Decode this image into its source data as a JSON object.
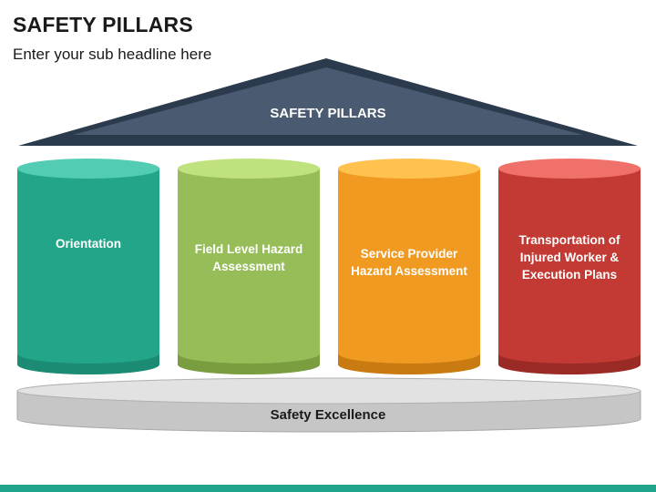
{
  "header": {
    "title": "SAFETY PILLARS",
    "subtitle": "Enter your sub headline here"
  },
  "roof": {
    "label": "SAFETY PILLARS",
    "color": "#3d4a5c"
  },
  "pillars": [
    {
      "label": "Orientation",
      "color": "#23a58a",
      "top_color": "#52cdb4",
      "bottom_color": "#1c8b74"
    },
    {
      "label": "Field Level Hazard Assessment",
      "color": "#97bd58",
      "top_color": "#bfe27f",
      "bottom_color": "#7a9d40"
    },
    {
      "label": "Service Provider Hazard Assessment",
      "color": "#f09a22",
      "top_color": "#ffc24f",
      "bottom_color": "#c97a10"
    },
    {
      "label": "Transportation of Injured Worker & Execution Plans",
      "color": "#c23a33",
      "top_color": "#f0716a",
      "bottom_color": "#9a2a25"
    }
  ],
  "base": {
    "label": "Safety Excellence",
    "color": "#c6c6c6"
  },
  "footer": {
    "color": "#20a58a"
  }
}
